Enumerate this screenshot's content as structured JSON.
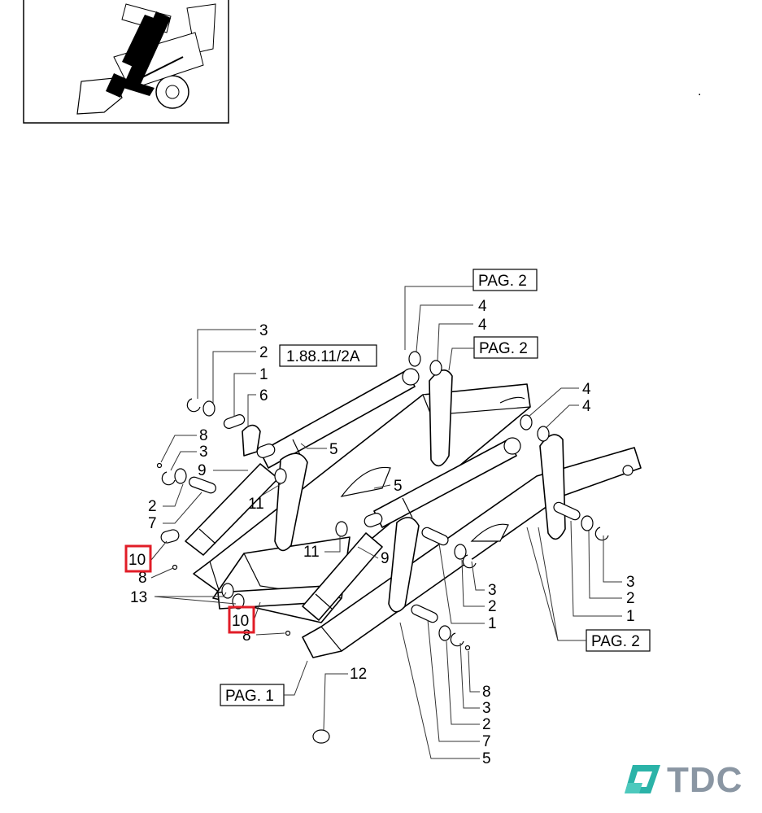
{
  "reference_boxes": {
    "pag2_top": "PAG. 2",
    "pag2_mid": "PAG. 2",
    "ref_1881": "1.88.11/2A",
    "pag2_bottom": "PAG. 2",
    "pag1": "PAG. 1"
  },
  "callouts": {
    "c3_top": "3",
    "c2_top": "2",
    "c1_top": "1",
    "c6": "6",
    "c8_left": "8",
    "c3_left": "3",
    "c9_left": "9",
    "c2_left": "2",
    "c7_left": "7",
    "c11_left": "11",
    "c5_mid": "5",
    "c5_right": "5",
    "c11_mid": "11",
    "c9_mid": "9",
    "c10_left": "10",
    "c8_lower": "8",
    "c13": "13",
    "c10_mid": "10",
    "c8_bottom": "8",
    "c4_a": "4",
    "c4_b": "4",
    "c4_c": "4",
    "c4_d": "4",
    "c3_right": "3",
    "c2_right": "2",
    "c1_right": "1",
    "c3_center": "3",
    "c2_center": "2",
    "c1_center": "1",
    "c12": "12",
    "c8_b": "8",
    "c3_b": "3",
    "c2_b": "2",
    "c7_b": "7",
    "c5_b": "5",
    "dot_mark": "."
  },
  "highlighted_callouts": [
    "10",
    "10"
  ],
  "colors": {
    "highlight": "#e11d27",
    "line": "#000000",
    "logo_teal": "#2bb3a8",
    "logo_text": "#8a96a3"
  },
  "logo": {
    "text": "TDC",
    "icon": "tdc-logo-icon"
  }
}
